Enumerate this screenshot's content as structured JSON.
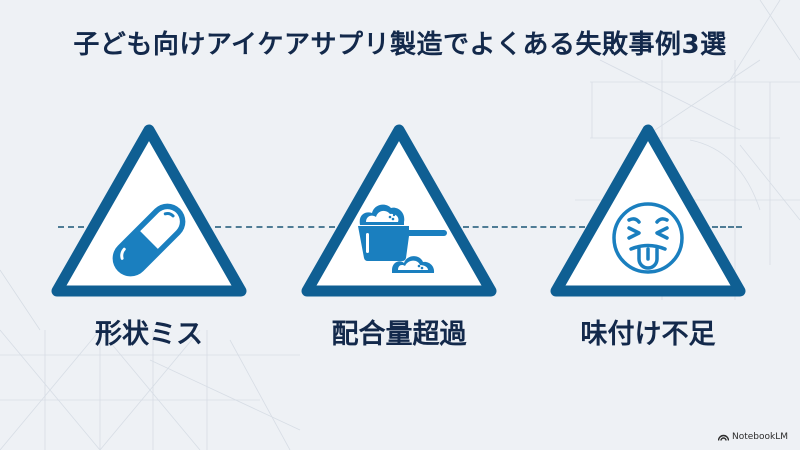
{
  "slide": {
    "title": "子ども向けアイケアサプリ製造でよくある失敗事例3選",
    "colors": {
      "background": "#eef1f5",
      "title_text": "#13294b",
      "triangle_border": "#0f5f93",
      "icon_fill": "#1a7fbf",
      "dashed_line": "#4f7c95"
    },
    "items": [
      {
        "label": "形状ミス",
        "icon": "capsule-pill-icon"
      },
      {
        "label": "配合量超過",
        "icon": "powder-scoop-icon"
      },
      {
        "label": "味付け不足",
        "icon": "disgusted-face-tongue-icon"
      }
    ],
    "brand": {
      "icon": "notebooklm-logo-icon",
      "label": "NotebookLM"
    }
  }
}
